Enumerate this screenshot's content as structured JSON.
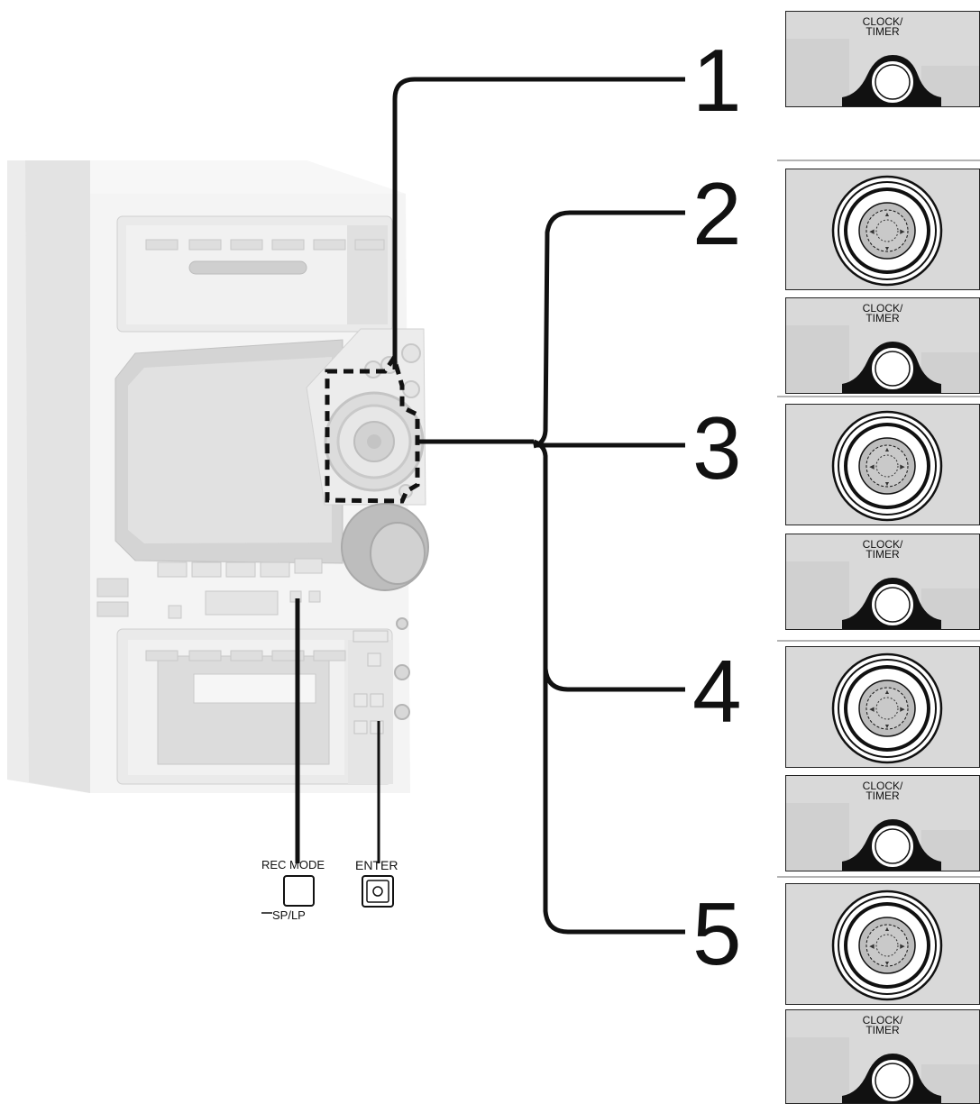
{
  "steps": [
    "1",
    "2",
    "3",
    "4",
    "5"
  ],
  "panels": [
    {
      "type": "clock-timer-button",
      "label": "CLOCK/\nTIMER"
    },
    {
      "type": "jog-dial"
    },
    {
      "type": "clock-timer-button",
      "label": "CLOCK/\nTIMER"
    },
    {
      "type": "jog-dial"
    },
    {
      "type": "clock-timer-button",
      "label": "CLOCK/\nTIMER"
    },
    {
      "type": "jog-dial"
    },
    {
      "type": "clock-timer-button",
      "label": "CLOCK/\nTIMER"
    },
    {
      "type": "jog-dial"
    },
    {
      "type": "clock-timer-button",
      "label": "CLOCK/\nTIMER"
    }
  ],
  "buttons": {
    "rec_mode_label": "REC MODE",
    "rec_mode_sub": "SP/LP",
    "enter_label": "ENTER"
  }
}
